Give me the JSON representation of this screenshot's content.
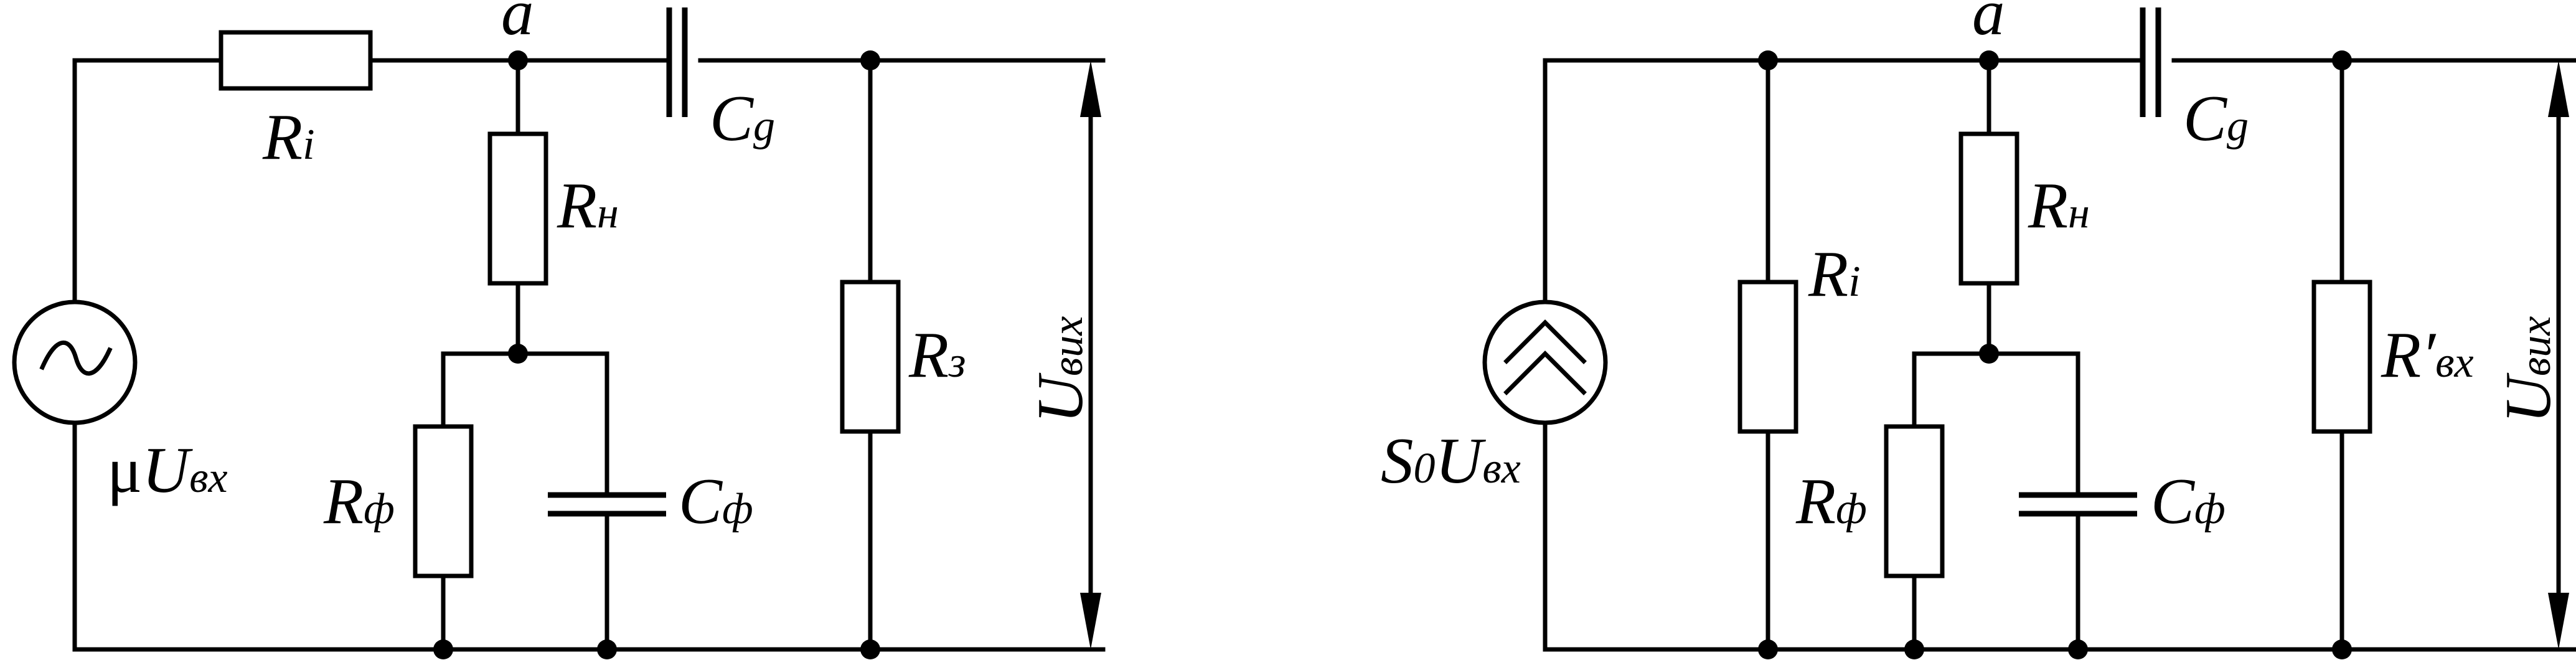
{
  "left_circuit": {
    "node": "a",
    "r_i": {
      "main": "R",
      "sub": "i"
    },
    "c_g": {
      "main": "C",
      "sub": "g"
    },
    "r_n": {
      "main": "R",
      "sub": "н"
    },
    "r_z": {
      "main": "R",
      "sub": "з"
    },
    "r_f": {
      "main": "R",
      "sub": "ф"
    },
    "c_f": {
      "main": "C",
      "sub": "ф"
    },
    "u_out": {
      "main": "U",
      "sub": "вих"
    },
    "source": {
      "coef": "μ",
      "main": "U",
      "sub": "вх"
    },
    "source_symbol": "ac-voltage-source-icon"
  },
  "right_circuit": {
    "node": "a",
    "r_i": {
      "main": "R",
      "sub": "i"
    },
    "c_g": {
      "main": "C",
      "sub": "g"
    },
    "r_n": {
      "main": "R",
      "sub": "н"
    },
    "r_in": {
      "main": "R′",
      "sub": "вх"
    },
    "r_f": {
      "main": "R",
      "sub": "ф"
    },
    "c_f": {
      "main": "C",
      "sub": "ф"
    },
    "u_out": {
      "main": "U",
      "sub": "вих"
    },
    "source": {
      "coef": "S",
      "coef_sub": "0",
      "main": "U",
      "sub": "вх"
    },
    "source_symbol": "current-source-icon"
  }
}
